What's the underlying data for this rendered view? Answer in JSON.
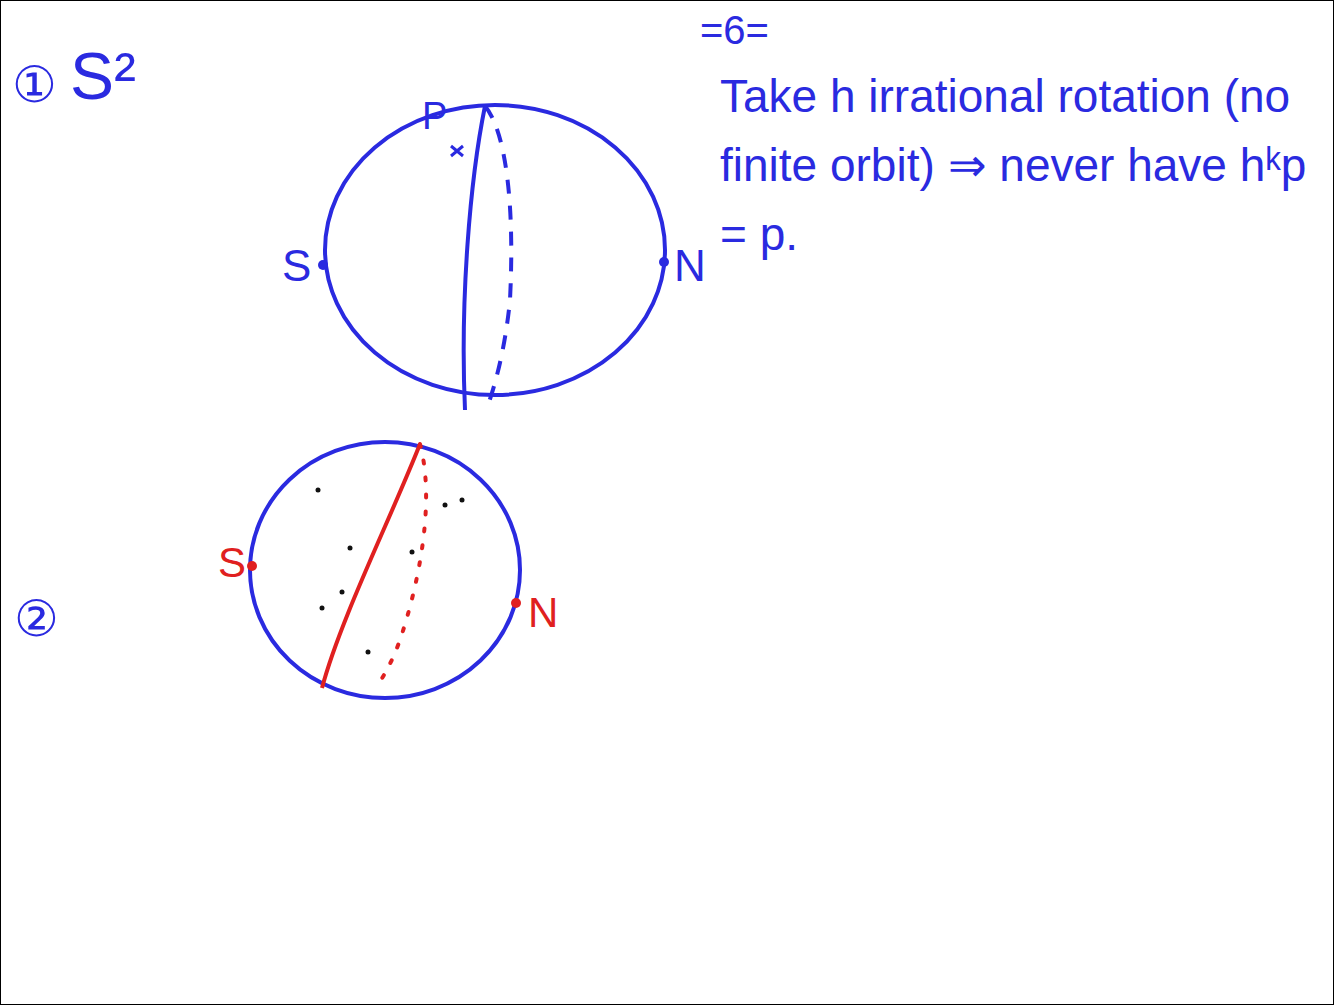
{
  "diagram": {
    "labels": [
      "=6=",
      "①",
      "S²",
      "S",
      "P",
      "N",
      "Take h irrational rotation (no finite orbit) ⇒ never have hᵏp = p.",
      "②",
      "S",
      "N"
    ]
  }
}
